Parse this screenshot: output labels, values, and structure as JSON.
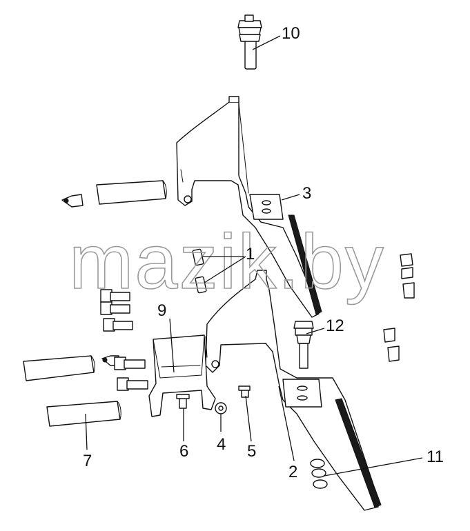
{
  "watermark": "mazik.by",
  "callouts": [
    {
      "id": "1",
      "label": "1"
    },
    {
      "id": "2",
      "label": "2"
    },
    {
      "id": "3",
      "label": "3"
    },
    {
      "id": "4",
      "label": "4"
    },
    {
      "id": "5",
      "label": "5"
    },
    {
      "id": "6",
      "label": "6"
    },
    {
      "id": "7",
      "label": "7"
    },
    {
      "id": "9",
      "label": "9"
    },
    {
      "id": "10",
      "label": "10"
    },
    {
      "id": "11",
      "label": "11"
    },
    {
      "id": "12",
      "label": "12"
    }
  ]
}
